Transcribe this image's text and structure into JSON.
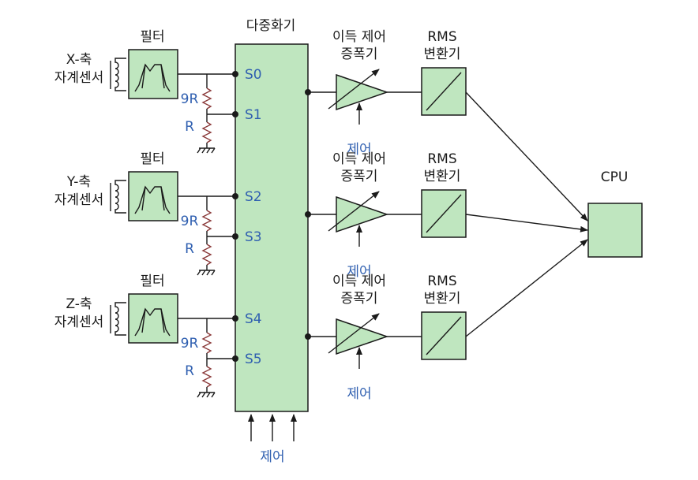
{
  "diagram": {
    "mux_title": "다중화기",
    "cpu_label": "CPU",
    "mux_control_label": "제어",
    "channels": [
      {
        "sensor_line1": "X-축",
        "sensor_line2": "자계센서",
        "filter_label": "필터",
        "port_a": "S0",
        "port_b": "S1",
        "res_9r": "9R",
        "res_r": "R",
        "amp_line1": "이득 제어",
        "amp_line2": "증폭기",
        "amp_control": "제어",
        "rms_line1": "RMS",
        "rms_line2": "변환기"
      },
      {
        "sensor_line1": "Y-축",
        "sensor_line2": "자계센서",
        "filter_label": "필터",
        "port_a": "S2",
        "port_b": "S3",
        "res_9r": "9R",
        "res_r": "R",
        "amp_line1": "이득 제어",
        "amp_line2": "증폭기",
        "amp_control": "제어",
        "rms_line1": "RMS",
        "rms_line2": "변환기"
      },
      {
        "sensor_line1": "Z-축",
        "sensor_line2": "자계센서",
        "filter_label": "필터",
        "port_a": "S4",
        "port_b": "S5",
        "res_9r": "9R",
        "res_r": "R",
        "amp_line1": "이득 제어",
        "amp_line2": "증폭기",
        "amp_control": "제어",
        "rms_line1": "RMS",
        "rms_line2": "변환기"
      }
    ]
  }
}
